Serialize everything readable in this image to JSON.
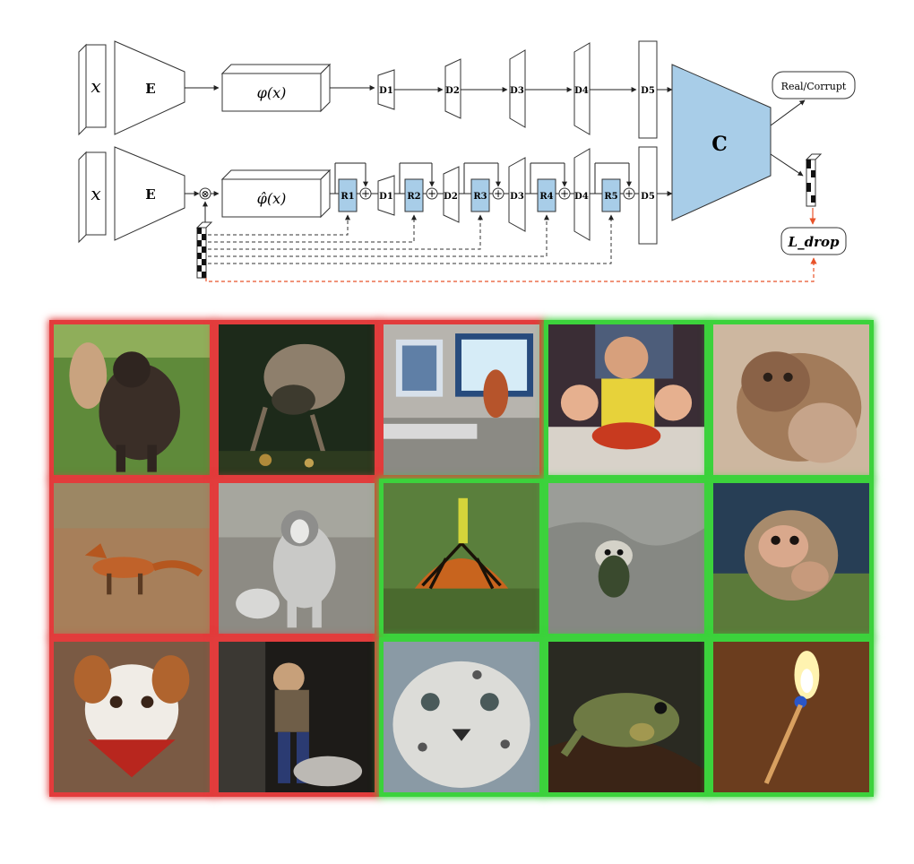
{
  "diagram": {
    "top_row": {
      "input": "x",
      "encoder": "E",
      "feature": "φ(x)",
      "discriminators": [
        "D1",
        "D2",
        "D3",
        "D4",
        "D5"
      ],
      "output": "Real/Corrupt"
    },
    "bottom_row": {
      "input": "x",
      "encoder": "E",
      "multiply": "⊗",
      "feature": "φ̂(x)",
      "repair_blocks": [
        "R1",
        "R2",
        "R3",
        "R4",
        "R5"
      ],
      "discriminators": [
        "D1",
        "D2",
        "D3",
        "D4",
        "D5"
      ],
      "loss": "L_drop"
    },
    "shared_head": "C",
    "colors": {
      "accent_fill": "#a8cde8",
      "accent_stroke": "#333333",
      "loss_path": "#e8532a"
    }
  },
  "grid": {
    "rows": 3,
    "cols": 5,
    "frame_colors": {
      "red": "#e23c3c",
      "green": "#3cd23c"
    },
    "tiles": [
      {
        "subject": "dark shaggy dog on grass",
        "frame": "red"
      },
      {
        "subject": "corrupted bird in dark foliage",
        "frame": "red"
      },
      {
        "subject": "person by screens in office",
        "frame": "red"
      },
      {
        "subject": "three smiling men with cake",
        "frame": "green"
      },
      {
        "subject": "fluffy persian cat",
        "frame": "green"
      },
      {
        "subject": "fox on dirt ground",
        "frame": "red"
      },
      {
        "subject": "gray husky dog",
        "frame": "red"
      },
      {
        "subject": "monarch butterfly on plant",
        "frame": "green"
      },
      {
        "subject": "seal on rock",
        "frame": "green"
      },
      {
        "subject": "macaque monkey",
        "frame": "green"
      },
      {
        "subject": "dog with red bandana",
        "frame": "red"
      },
      {
        "subject": "person standing with shovel",
        "frame": "red"
      },
      {
        "subject": "snow leopard face",
        "frame": "green"
      },
      {
        "subject": "iguana on branch",
        "frame": "green"
      },
      {
        "subject": "lit match flame",
        "frame": "green"
      }
    ]
  }
}
